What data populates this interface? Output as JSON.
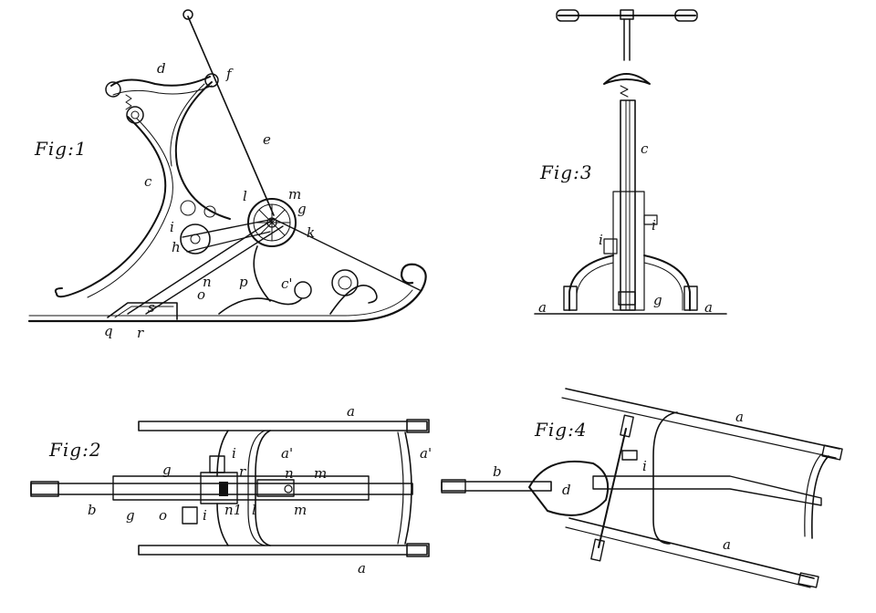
{
  "figures": {
    "fig1": "Fig:1",
    "fig2": "Fig:2",
    "fig3": "Fig:3",
    "fig4": "Fig:4"
  },
  "fig1_labels": {
    "d": "d",
    "f": "f",
    "e": "e",
    "c": "c",
    "l": "l",
    "m": "m",
    "g": "g",
    "k": "k",
    "i": "i",
    "h": "h",
    "n": "n",
    "o": "o",
    "p": "p",
    "c1": "c'",
    "s": "s",
    "q": "q",
    "r": "r"
  },
  "fig2_labels": {
    "a_top": "a",
    "a1": "a'",
    "a1_right": "a'",
    "i_top": "i",
    "g": "g",
    "r": "r",
    "n": "n",
    "m": "m",
    "b": "b",
    "g2": "g",
    "o": "o",
    "i_bot": "i",
    "n1": "n1",
    "l": "l",
    "m2": "m",
    "a_bot": "a"
  },
  "fig3_labels": {
    "c": "c",
    "i_left": "i",
    "i_right": "i",
    "g": "g",
    "a_left": "a",
    "a_right": "a"
  },
  "fig4_labels": {
    "a_top": "a",
    "b": "b",
    "d": "d",
    "i": "i",
    "a_bot": "a"
  }
}
